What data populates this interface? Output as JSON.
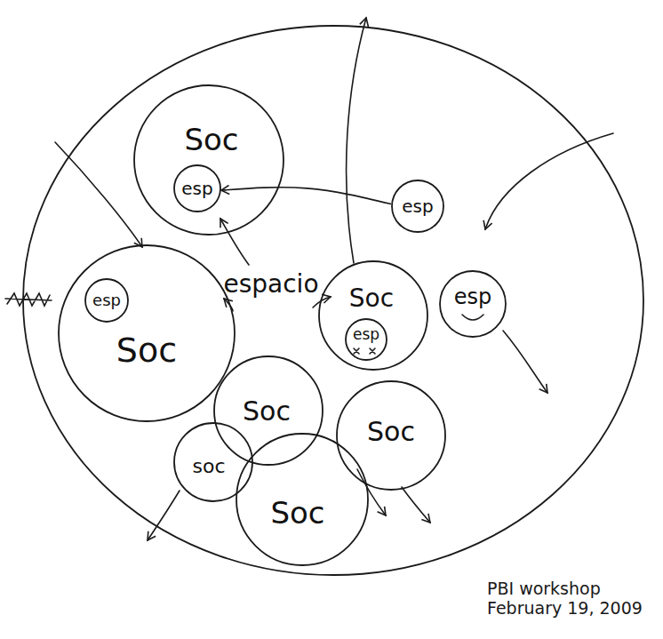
{
  "diagram": {
    "nodes": [
      {
        "text": [
          "espacio"
        ]
      },
      {
        "text": [
          "Soc"
        ],
        "in": 0
      },
      {
        "text": [
          "esp"
        ],
        "in": 1
      },
      {
        "text": [
          "esp"
        ],
        "in": 0
      },
      {
        "text": [
          "Soc"
        ],
        "in": 0
      },
      {
        "text": [
          "esp"
        ],
        "in": 4
      },
      {
        "text": [
          "Soc"
        ],
        "in": 0
      },
      {
        "text": [
          "esp"
        ],
        "in": 6
      },
      {
        "text": [
          "esp"
        ],
        "in": 0
      },
      {
        "text": [
          "soc"
        ],
        "in": 0
      },
      {
        "text": [
          "Soc"
        ],
        "in": 0
      },
      {
        "text": [
          "Soc"
        ],
        "in": 0
      },
      {
        "text": [
          "Soc"
        ],
        "in": 0
      }
    ],
    "edges": [
      {
        "from": 3,
        "to": 2,
        "arrow": "to"
      }
    ],
    "labels": [
      "PBI workshop February 19, 2009"
    ]
  }
}
